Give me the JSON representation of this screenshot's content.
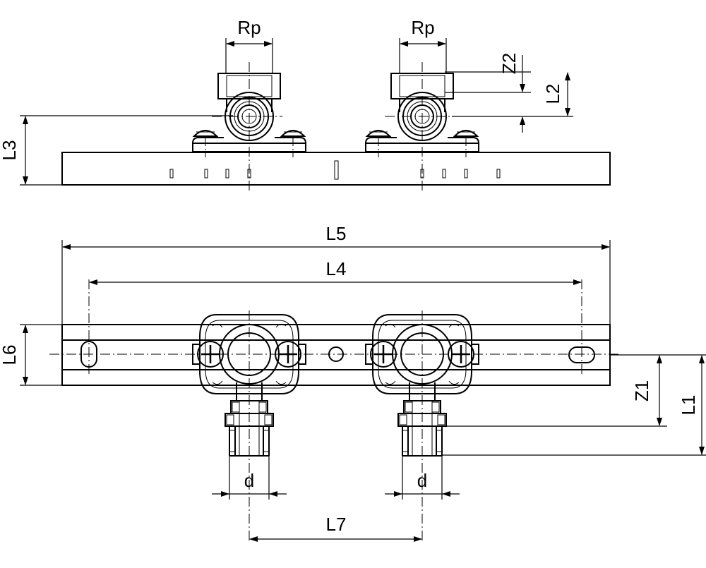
{
  "labels": {
    "rp_left": "Rp",
    "rp_right": "Rp",
    "z2": "Z2",
    "l2": "L2",
    "l3": "L3",
    "l5": "L5",
    "l4": "L4",
    "l6": "L6",
    "z1": "Z1",
    "l1": "L1",
    "d_left": "d",
    "d_right": "d",
    "l7": "L7"
  }
}
